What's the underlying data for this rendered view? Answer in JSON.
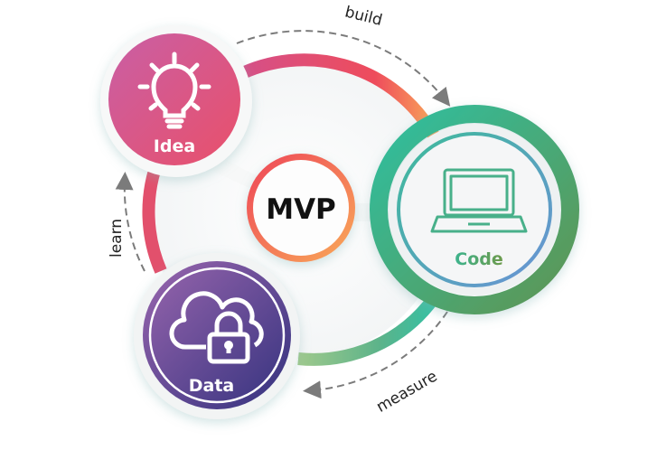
{
  "center": {
    "label": "MVP"
  },
  "nodes": {
    "idea": {
      "label": "Idea",
      "icon": "lightbulb-icon"
    },
    "code": {
      "label": "Code",
      "icon": "laptop-icon"
    },
    "data": {
      "label": "Data",
      "icon": "cloud-lock-icon"
    }
  },
  "arrows": {
    "build": "build",
    "measure": "measure",
    "learn": "learn"
  },
  "colors": {
    "idea": "#d9517f",
    "code": "#3fb99b",
    "data": "#5b3c93",
    "mvp_start": "#ee4c5c",
    "mvp_end": "#f7a85a"
  }
}
